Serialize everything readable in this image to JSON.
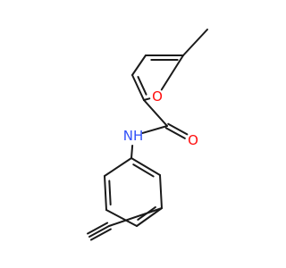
{
  "molecule": {
    "atoms": [
      {
        "id": "ch3",
        "element": "C"
      },
      {
        "id": "c5",
        "element": "C"
      },
      {
        "id": "o1",
        "element": "O",
        "label": "O",
        "color": "#ff0d0d"
      },
      {
        "id": "c4",
        "element": "C"
      },
      {
        "id": "c3",
        "element": "C"
      },
      {
        "id": "c2",
        "element": "C"
      },
      {
        "id": "c_amide",
        "element": "C"
      },
      {
        "id": "o_amide",
        "element": "O",
        "label": "O",
        "color": "#ff0d0d"
      },
      {
        "id": "n",
        "element": "N",
        "label": "NH",
        "color": "#3050f8"
      },
      {
        "id": "ar1",
        "element": "C"
      },
      {
        "id": "ar2",
        "element": "C"
      },
      {
        "id": "ar3",
        "element": "C"
      },
      {
        "id": "ar4",
        "element": "C"
      },
      {
        "id": "ar5",
        "element": "C"
      },
      {
        "id": "ar6",
        "element": "C"
      },
      {
        "id": "alk1",
        "element": "C"
      },
      {
        "id": "alk2",
        "element": "C"
      }
    ],
    "bonds": [
      {
        "from": "ch3",
        "to": "c5",
        "order": 1
      },
      {
        "from": "c5",
        "to": "o1",
        "order": 1
      },
      {
        "from": "c5",
        "to": "c4",
        "order": 2
      },
      {
        "from": "c4",
        "to": "c3",
        "order": 1
      },
      {
        "from": "c3",
        "to": "c2",
        "order": 2
      },
      {
        "from": "c2",
        "to": "o1",
        "order": 1
      },
      {
        "from": "c2",
        "to": "c_amide",
        "order": 1
      },
      {
        "from": "c_amide",
        "to": "o_amide",
        "order": 2
      },
      {
        "from": "c_amide",
        "to": "n",
        "order": 1
      },
      {
        "from": "n",
        "to": "ar1",
        "order": 1
      },
      {
        "from": "ar1",
        "to": "ar2",
        "order": 2
      },
      {
        "from": "ar2",
        "to": "ar3",
        "order": 1
      },
      {
        "from": "ar3",
        "to": "ar4",
        "order": 2
      },
      {
        "from": "ar4",
        "to": "ar5",
        "order": 1
      },
      {
        "from": "ar5",
        "to": "ar6",
        "order": 2
      },
      {
        "from": "ar6",
        "to": "ar1",
        "order": 1
      },
      {
        "from": "ar3",
        "to": "alk1",
        "order": 1
      },
      {
        "from": "alk1",
        "to": "alk2",
        "order": 3
      }
    ]
  }
}
